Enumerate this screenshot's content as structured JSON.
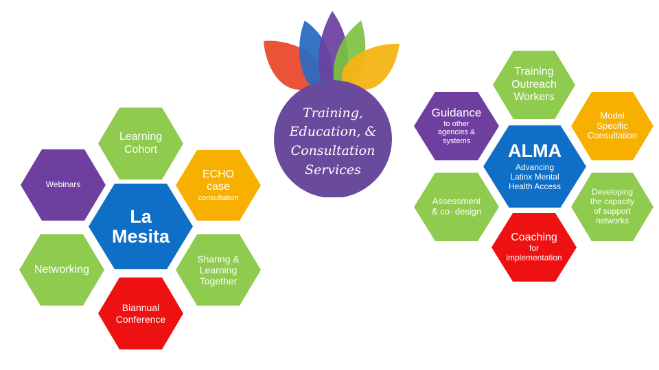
{
  "center": {
    "lines": [
      "Training,",
      "Education, &",
      "Consultation",
      "Services"
    ],
    "colors": {
      "circle": "#6a4a9c",
      "red": "#e94a2c",
      "blue": "#2c6cc0",
      "purple": "#6b3fa0",
      "green": "#7cc142",
      "yellow": "#f6b414"
    }
  },
  "la_mesita": {
    "title_line1": "La",
    "title_line2": "Mesita",
    "webinars": "Webinars",
    "learning_cohort_1": "Learning",
    "learning_cohort_2": "Cohort",
    "echo_1": "ECHO",
    "echo_2": "case",
    "echo_3": "consultation",
    "networking": "Networking",
    "sharing_1": "Sharing &",
    "sharing_2": "Learning",
    "sharing_3": "Together",
    "biannual_1": "Biannual",
    "biannual_2": "Conference"
  },
  "alma": {
    "title": "ALMA",
    "sub_1": "Advancing",
    "sub_2": "Latinx Mental",
    "sub_3": "Health Access",
    "training_1": "Training",
    "training_2": "Outreach",
    "training_3": "Workers",
    "guidance_1": "Guidance",
    "guidance_2": "to other",
    "guidance_3": "agencies &",
    "guidance_4": "systems",
    "model_1": "Model",
    "model_2": "Specific",
    "model_3": "Consultation",
    "assessment_1": "Assessment",
    "assessment_2": "& co- design",
    "developing_1": "Developing",
    "developing_2": "the capacity",
    "developing_3": "of support",
    "developing_4": "networks",
    "coaching_1": "Coaching",
    "coaching_2": "for",
    "coaching_3": "implementation"
  }
}
